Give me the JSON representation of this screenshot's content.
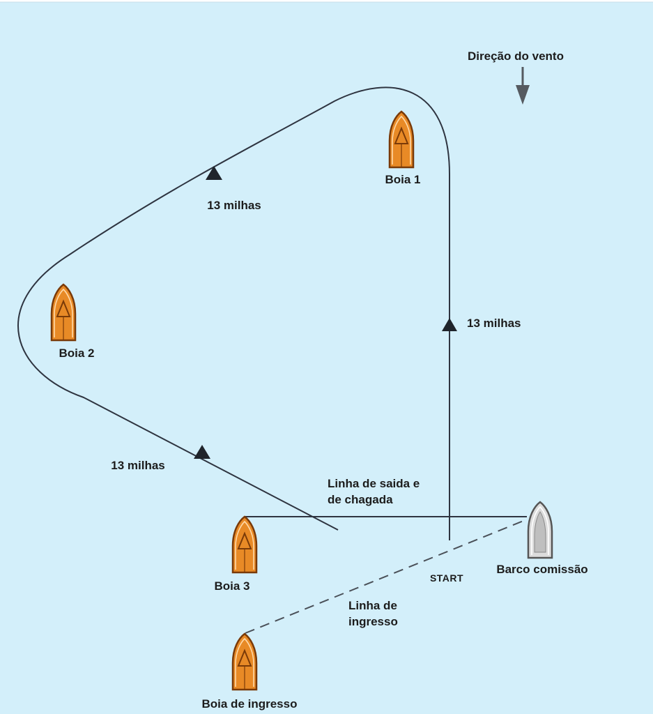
{
  "labels": {
    "wind": "Direção do vento",
    "leg_top": "13 milhas",
    "leg_right": "13 milhas",
    "leg_bottom": "13 milhas",
    "buoy1": "Boia 1",
    "buoy2": "Boia 2",
    "buoy3": "Boia 3",
    "entry_buoy": "Boia de ingresso",
    "committee_boat": "Barco comissão",
    "start": "START",
    "start_finish_line_1": "Linha de saida e",
    "start_finish_line_2": "de chagada",
    "entry_line_1": "Linha de",
    "entry_line_2": "ingresso"
  },
  "colors": {
    "water": "#d3effa",
    "buoy": "#e88a26",
    "buoy_outline": "#7a3a08",
    "committee_boat": "#d9d9d9",
    "course_line": "#2e3440"
  },
  "icons": {
    "wind_arrow": "arrow-down-icon",
    "buoy": "buoy-icon",
    "committee_boat": "boat-icon",
    "course_arrow": "triangle-up-icon"
  }
}
